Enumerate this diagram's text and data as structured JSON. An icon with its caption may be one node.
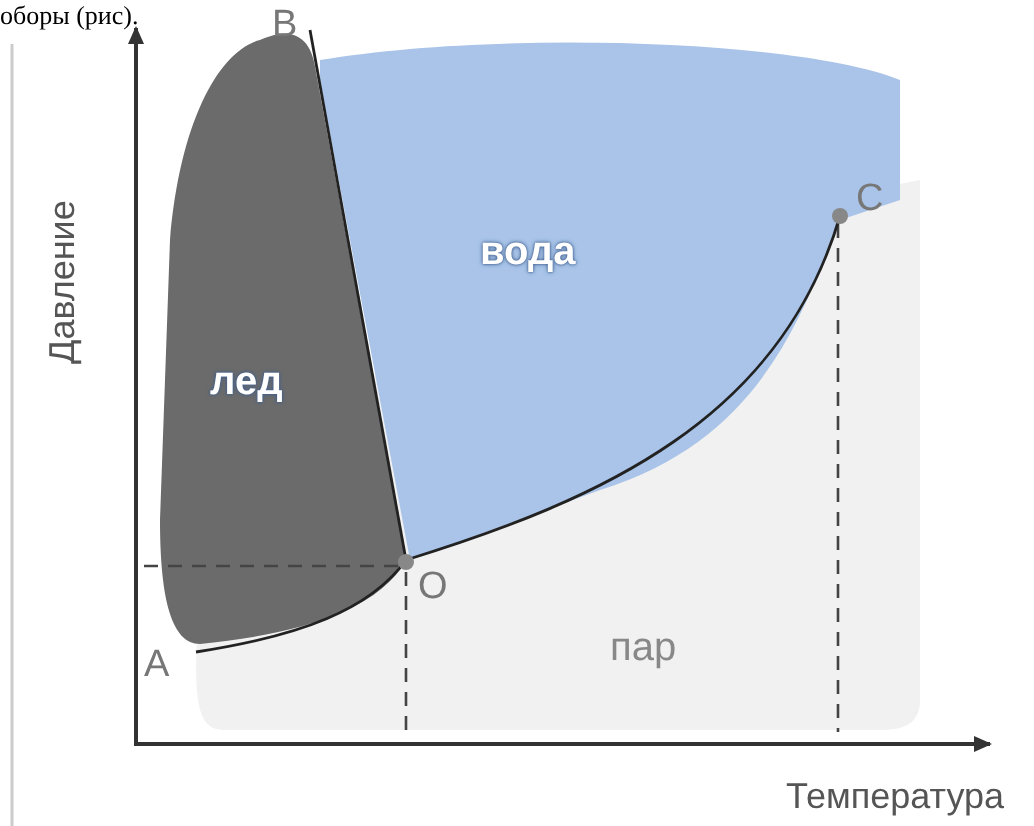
{
  "diagram": {
    "nodes": [
      {
        "text": [
          "вода"
        ]
      },
      {
        "text": [
          "лед"
        ]
      },
      {
        "text": [
          "пар"
        ]
      }
    ],
    "labels": [
      "оборы (рис).",
      "B",
      "C",
      "Давление",
      "O",
      "A",
      "Температура"
    ]
  }
}
